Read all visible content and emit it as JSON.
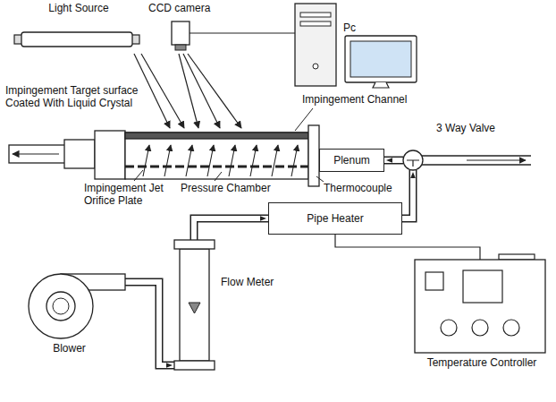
{
  "diagram": {
    "nodes": [
      {
        "text": [
          "Light Source"
        ]
      },
      {
        "text": [
          "CCD camera"
        ]
      },
      {
        "text": [
          "Pc"
        ]
      },
      {
        "text": [
          "Plenum"
        ]
      },
      {
        "text": [
          "3 Way Valve"
        ]
      },
      {
        "text": [
          "Pipe Heater"
        ]
      },
      {
        "text": [
          "Flow Meter"
        ]
      },
      {
        "text": [
          "Blower"
        ]
      },
      {
        "text": [
          "Temperature Controller"
        ]
      }
    ],
    "edges": [
      {
        "from": 7,
        "to": 6,
        "arrow": "to"
      },
      {
        "from": 6,
        "to": 5,
        "arrow": "to"
      },
      {
        "from": 5,
        "to": 4,
        "arrow": "to"
      },
      {
        "from": 4,
        "to": 3,
        "arrow": "to"
      },
      {
        "from": 5,
        "to": 8,
        "arrow": "none"
      },
      {
        "from": 1,
        "to": 2,
        "arrow": "none"
      }
    ],
    "labels": [
      "Impingement Target surface Coated With Liquid Crystal",
      "Impingement Channel",
      "Impingement Jet Orifice Plate",
      "Pressure Chamber",
      "Thermocouple"
    ]
  }
}
